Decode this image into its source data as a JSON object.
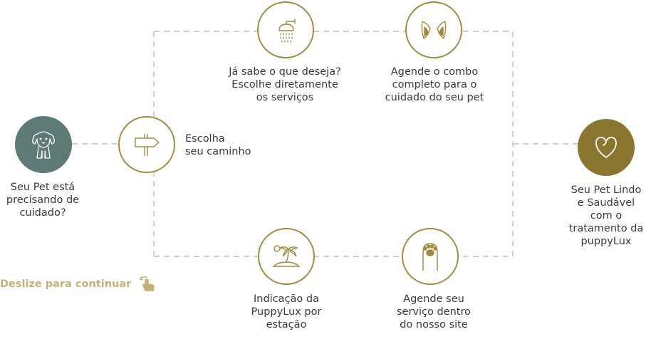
{
  "colors": {
    "gold": "#a08a3e",
    "teal": "#5d7a74",
    "olive": "#8b7630",
    "line": "#cfcfcf",
    "text": "#3a3a3a",
    "cta": "#c6b07a"
  },
  "start": {
    "icon": "dog-icon",
    "lines": [
      "Seu Pet está",
      "precisando de",
      "cuidado?"
    ]
  },
  "choose": {
    "icon": "signpost-icon",
    "lines": [
      "Escolha",
      "seu caminho"
    ]
  },
  "steps": {
    "services": {
      "icon": "shower-icon",
      "lines": [
        "Já sabe o que deseja?",
        "Escolhe diretamente",
        "os serviços"
      ]
    },
    "combo": {
      "icon": "pet-ears-icon",
      "lines": [
        "Agende o combo",
        "completo para o",
        "cuidado do seu pet"
      ]
    },
    "season": {
      "icon": "palm-island-icon",
      "lines": [
        "Indicação da",
        "PuppyLux por",
        "estação"
      ]
    },
    "schedule": {
      "icon": "paw-icon",
      "lines": [
        "Agende seu",
        "serviço dentro",
        "do nosso site"
      ]
    }
  },
  "end": {
    "icon": "heart-icon",
    "lines": [
      "Seu Pet Lindo",
      "e Saudável",
      "com o",
      "tratamento da",
      "puppyLux"
    ]
  },
  "cta": {
    "label": "Deslize para continuar",
    "icon": "swipe-hand-icon"
  }
}
